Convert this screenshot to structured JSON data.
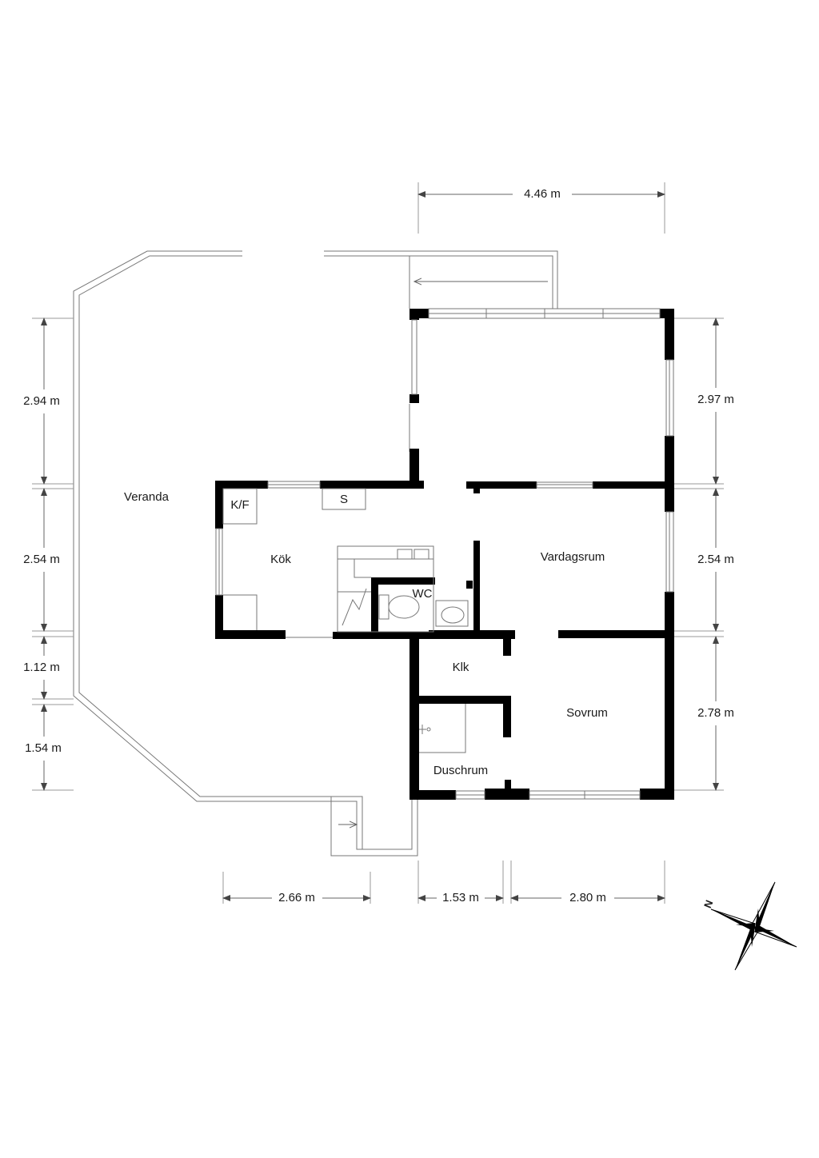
{
  "rooms": {
    "veranda": "Veranda",
    "kok": "Kök",
    "kf": "K/F",
    "s": "S",
    "wc": "WC",
    "vardagsrum": "Vardagsrum",
    "klk": "Klk",
    "sovrum": "Sovrum",
    "duschrum": "Duschrum"
  },
  "dimensions": {
    "top": "4.46 m",
    "left_1": "2.94 m",
    "left_2": "2.54 m",
    "left_3": "1.12 m",
    "left_4": "1.54 m",
    "right_1": "2.97 m",
    "right_2": "2.54 m",
    "right_3": "2.78 m",
    "bottom_1": "2.66 m",
    "bottom_2": "1.53 m",
    "bottom_3": "2.80 m"
  },
  "compass": {
    "label": "N"
  }
}
